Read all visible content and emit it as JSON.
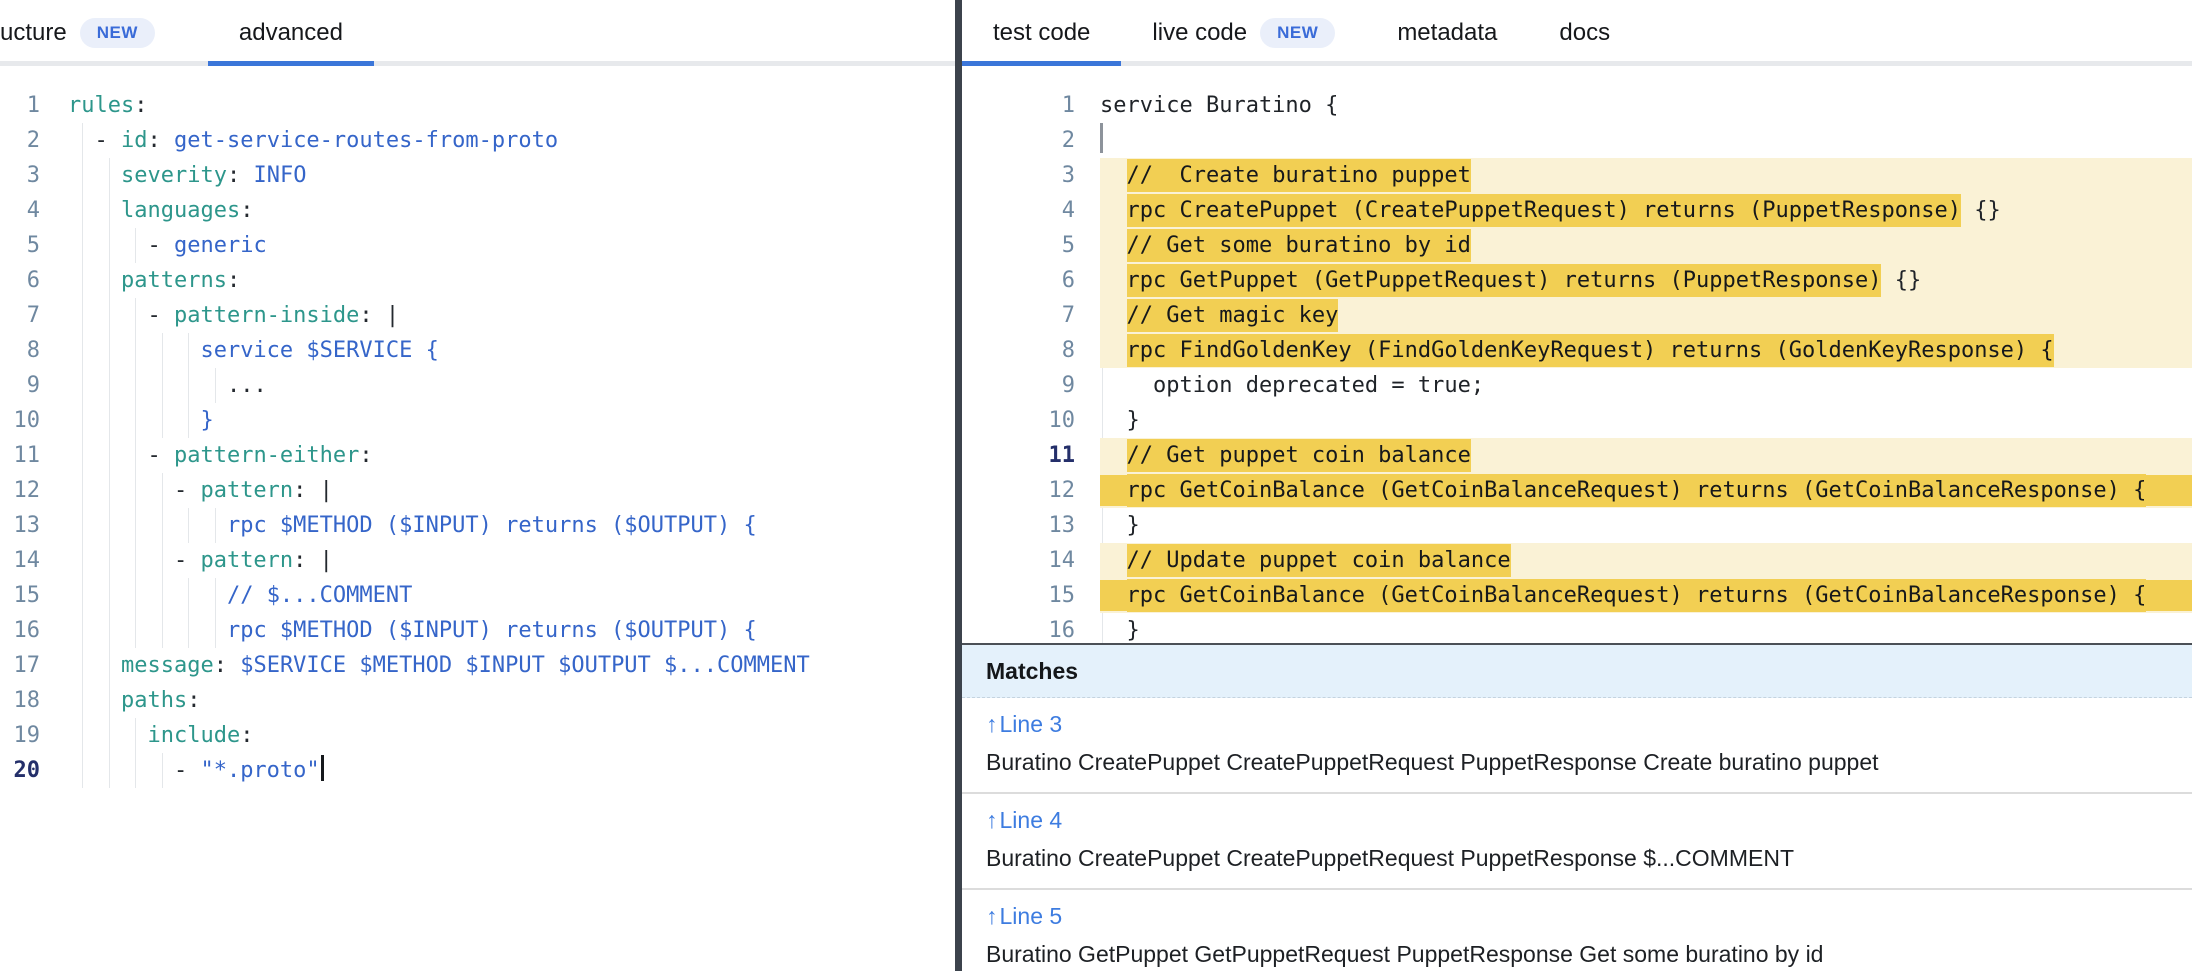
{
  "colors": {
    "accent_blue": "#3b76d9",
    "badge_bg": "#eaeffa",
    "badge_text": "#3a6bd8",
    "yaml_key": "#2d968b",
    "yaml_value": "#3565c9",
    "match_highlight": "#f2cf53",
    "match_row_bg": "#faf2d6",
    "matches_header_bg": "#e4f1fb",
    "divider": "#3c434c",
    "line_link": "#3d7ce0"
  },
  "left_panel": {
    "tabs": [
      {
        "name": "structure",
        "label": "ucture",
        "badge": "NEW",
        "active": false
      },
      {
        "name": "advanced",
        "label": "advanced",
        "active": true
      }
    ],
    "editor": {
      "lines": [
        {
          "n": 1,
          "tokens": [
            [
              "rules",
              "k"
            ],
            [
              ":",
              "p"
            ]
          ]
        },
        {
          "n": 2,
          "tokens": [
            [
              "  - ",
              "p"
            ],
            [
              "id",
              "k"
            ],
            [
              ": ",
              "p"
            ],
            [
              "get-service-routes-from-proto",
              "v"
            ]
          ]
        },
        {
          "n": 3,
          "tokens": [
            [
              "    ",
              "p"
            ],
            [
              "severity",
              "k"
            ],
            [
              ": ",
              "p"
            ],
            [
              "INFO",
              "v"
            ]
          ]
        },
        {
          "n": 4,
          "tokens": [
            [
              "    ",
              "p"
            ],
            [
              "languages",
              "k"
            ],
            [
              ":",
              "p"
            ]
          ]
        },
        {
          "n": 5,
          "tokens": [
            [
              "      - ",
              "p"
            ],
            [
              "generic",
              "v"
            ]
          ]
        },
        {
          "n": 6,
          "tokens": [
            [
              "    ",
              "p"
            ],
            [
              "patterns",
              "k"
            ],
            [
              ":",
              "p"
            ]
          ]
        },
        {
          "n": 7,
          "tokens": [
            [
              "      - ",
              "p"
            ],
            [
              "pattern-inside",
              "k"
            ],
            [
              ": |",
              "p"
            ]
          ]
        },
        {
          "n": 8,
          "tokens": [
            [
              "          ",
              "p"
            ],
            [
              "service $SERVICE {",
              "v"
            ]
          ]
        },
        {
          "n": 9,
          "tokens": [
            [
              "            ",
              "p"
            ],
            [
              "...",
              "p"
            ]
          ]
        },
        {
          "n": 10,
          "tokens": [
            [
              "          ",
              "p"
            ],
            [
              "}",
              "v"
            ]
          ]
        },
        {
          "n": 11,
          "tokens": [
            [
              "      - ",
              "p"
            ],
            [
              "pattern-either",
              "k"
            ],
            [
              ":",
              "p"
            ]
          ]
        },
        {
          "n": 12,
          "tokens": [
            [
              "        - ",
              "p"
            ],
            [
              "pattern",
              "k"
            ],
            [
              ": |",
              "p"
            ]
          ]
        },
        {
          "n": 13,
          "tokens": [
            [
              "            ",
              "p"
            ],
            [
              "rpc $METHOD ($INPUT) returns ($OUTPUT) {",
              "v"
            ]
          ]
        },
        {
          "n": 14,
          "tokens": [
            [
              "        - ",
              "p"
            ],
            [
              "pattern",
              "k"
            ],
            [
              ": |",
              "p"
            ]
          ]
        },
        {
          "n": 15,
          "tokens": [
            [
              "            ",
              "p"
            ],
            [
              "// $...COMMENT",
              "v"
            ]
          ]
        },
        {
          "n": 16,
          "tokens": [
            [
              "            ",
              "p"
            ],
            [
              "rpc $METHOD ($INPUT) returns ($OUTPUT) {",
              "v"
            ]
          ]
        },
        {
          "n": 17,
          "tokens": [
            [
              "    ",
              "p"
            ],
            [
              "message",
              "k"
            ],
            [
              ": ",
              "p"
            ],
            [
              "$SERVICE $METHOD $INPUT $OUTPUT $...COMMENT",
              "v"
            ]
          ]
        },
        {
          "n": 18,
          "tokens": [
            [
              "    ",
              "p"
            ],
            [
              "paths",
              "k"
            ],
            [
              ":",
              "p"
            ]
          ]
        },
        {
          "n": 19,
          "tokens": [
            [
              "      ",
              "p"
            ],
            [
              "include",
              "k"
            ],
            [
              ":",
              "p"
            ]
          ]
        },
        {
          "n": 20,
          "cur": true,
          "tokens": [
            [
              "        - ",
              "p"
            ],
            [
              "\"*.proto\"",
              "v"
            ],
            [
              "",
              "cur"
            ]
          ]
        }
      ]
    }
  },
  "right_panel": {
    "tabs": [
      {
        "name": "test-code",
        "label": "test code",
        "active": true
      },
      {
        "name": "live-code",
        "label": "live code",
        "badge": "NEW",
        "active": false
      },
      {
        "name": "metadata",
        "label": "metadata",
        "active": false
      },
      {
        "name": "docs",
        "label": "docs",
        "active": false
      }
    ],
    "editor": {
      "lines": [
        {
          "n": 1,
          "tokens": [
            [
              "service Buratino {",
              "c"
            ]
          ]
        },
        {
          "n": 2,
          "tokens": [
            [
              "",
              "curg"
            ]
          ]
        },
        {
          "n": 3,
          "bg": "light",
          "tokens": [
            [
              "  ",
              "c"
            ],
            [
              "//  Create buratino puppet",
              "hl"
            ]
          ]
        },
        {
          "n": 4,
          "bg": "light",
          "tokens": [
            [
              "  ",
              "c"
            ],
            [
              "rpc CreatePuppet (CreatePuppetRequest) returns (PuppetResponse)",
              "hl"
            ],
            [
              " {}",
              "c"
            ]
          ]
        },
        {
          "n": 5,
          "bg": "light",
          "tokens": [
            [
              "  ",
              "c"
            ],
            [
              "// Get some buratino by id",
              "hl"
            ]
          ]
        },
        {
          "n": 6,
          "bg": "light",
          "tokens": [
            [
              "  ",
              "c"
            ],
            [
              "rpc GetPuppet (GetPuppetRequest) returns (PuppetResponse)",
              "hl"
            ],
            [
              " {}",
              "c"
            ]
          ]
        },
        {
          "n": 7,
          "bg": "light",
          "tokens": [
            [
              "  ",
              "c"
            ],
            [
              "// Get magic key",
              "hl"
            ]
          ]
        },
        {
          "n": 8,
          "bg": "light",
          "tokens": [
            [
              "  ",
              "c"
            ],
            [
              "rpc FindGoldenKey (FindGoldenKeyRequest) returns (GoldenKeyResponse) {",
              "hl"
            ]
          ]
        },
        {
          "n": 9,
          "tokens": [
            [
              "    option deprecated = true;",
              "c"
            ]
          ]
        },
        {
          "n": 10,
          "tokens": [
            [
              "  }",
              "c"
            ]
          ]
        },
        {
          "n": 11,
          "bg": "light",
          "cur": true,
          "tokens": [
            [
              "  ",
              "c"
            ],
            [
              "// Get puppet coin balance",
              "hl"
            ]
          ]
        },
        {
          "n": 12,
          "bg": "dark",
          "tokens": [
            [
              "  ",
              "c"
            ],
            [
              "rpc GetCoinBalance (GetCoinBalanceRequest) returns (GetCoinBalanceResponse) {",
              "hl"
            ]
          ]
        },
        {
          "n": 13,
          "tokens": [
            [
              "  }",
              "c"
            ]
          ]
        },
        {
          "n": 14,
          "bg": "light",
          "tokens": [
            [
              "  ",
              "c"
            ],
            [
              "// Update puppet coin balance",
              "hl"
            ]
          ]
        },
        {
          "n": 15,
          "bg": "dark",
          "tokens": [
            [
              "  ",
              "c"
            ],
            [
              "rpc GetCoinBalance (GetCoinBalanceRequest) returns (GetCoinBalanceResponse) {",
              "hl"
            ]
          ]
        },
        {
          "n": 16,
          "tokens": [
            [
              "  }",
              "c"
            ]
          ]
        }
      ]
    },
    "matches": {
      "title": "Matches",
      "arrow_glyph": "↑",
      "items": [
        {
          "line_label": "Line 3",
          "text": "Buratino CreatePuppet CreatePuppetRequest PuppetResponse Create buratino puppet"
        },
        {
          "line_label": "Line 4",
          "text": "Buratino CreatePuppet CreatePuppetRequest PuppetResponse $...COMMENT"
        },
        {
          "line_label": "Line 5",
          "text": "Buratino GetPuppet GetPuppetRequest PuppetResponse Get some buratino by id"
        }
      ]
    }
  }
}
